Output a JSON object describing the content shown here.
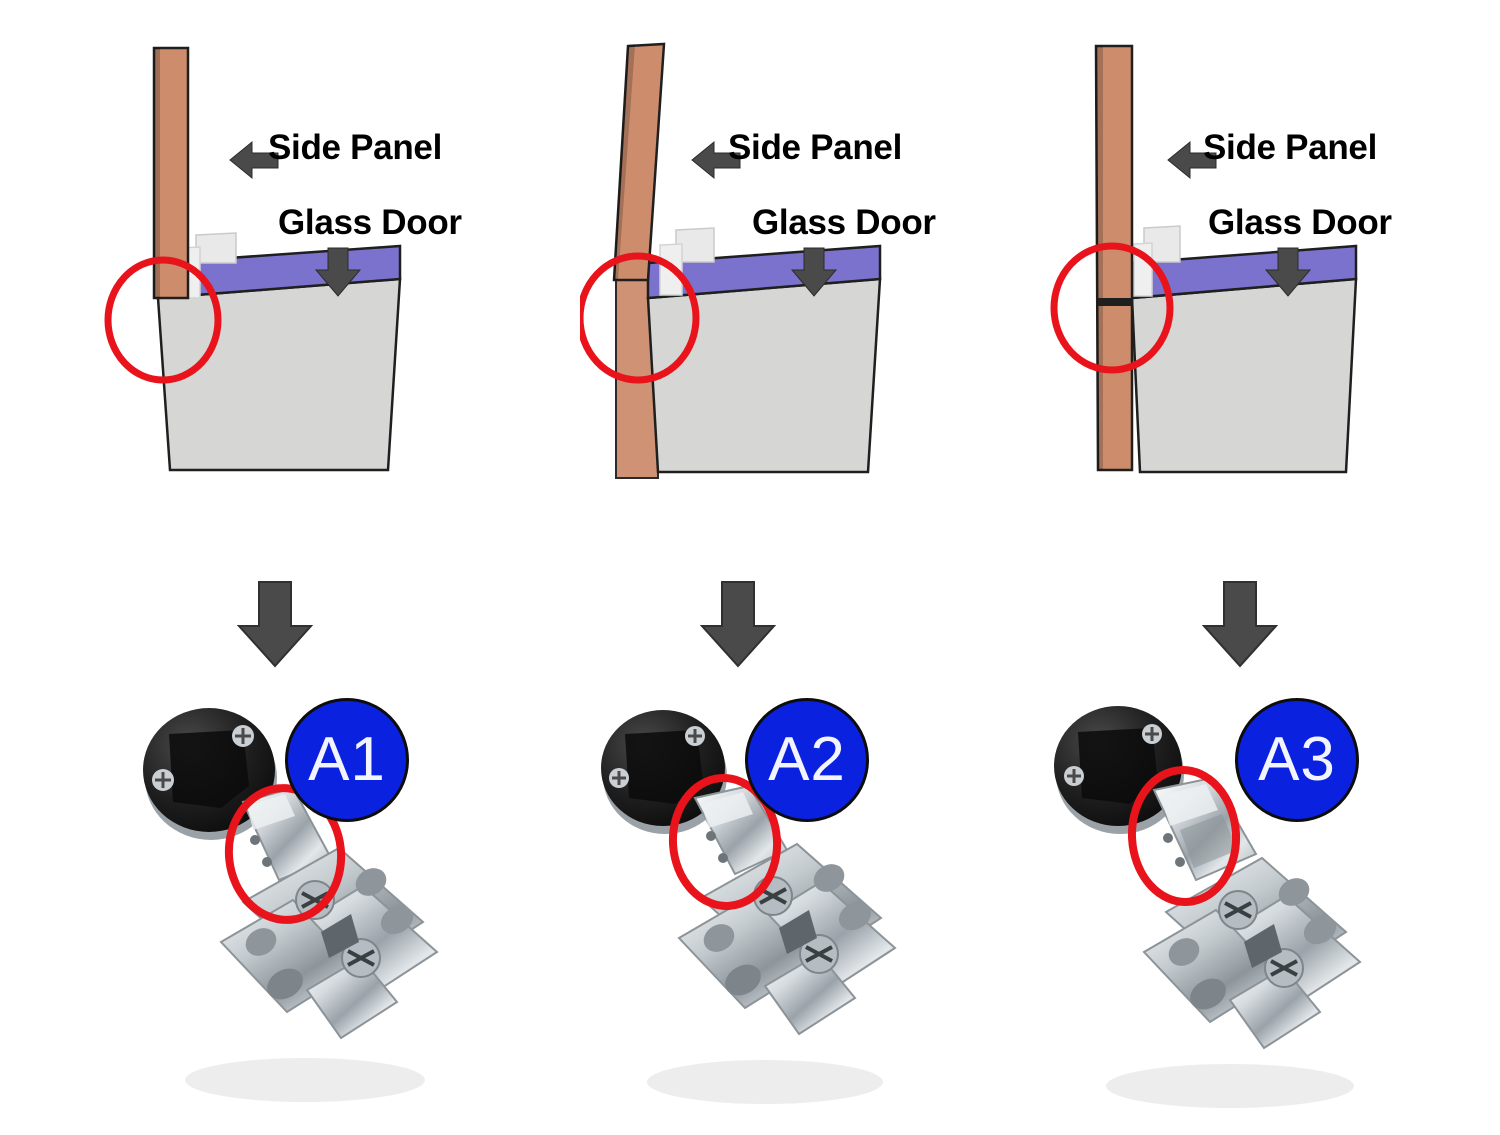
{
  "page": {
    "background_color": "#ffffff",
    "title": "Cabinet glass door hinge overlay types"
  },
  "colors": {
    "side_panel_wood": "#cd8d6d",
    "glass_door_edge": "#7b72ce",
    "glass_door_face": "#d6d6d4",
    "frame_outline": "#1a1a1a",
    "highlight_circle": "#e8131b",
    "arrow_gray": "#4a4a4a",
    "badge_blue": "#0b21e0",
    "badge_text": "#f2f4ff",
    "hinge_chrome": "#cdd2d6",
    "hinge_cup_black": "#141414"
  },
  "diagrams": [
    {
      "id": "diagram-a1",
      "side_panel_label": "Side Panel",
      "glass_door_label": "Glass Door",
      "side_panel_arrow": "left-arrow-icon",
      "glass_door_arrow": "down-arrow-icon",
      "highlight": "red-circle-highlight",
      "overlay": "full-overlay"
    },
    {
      "id": "diagram-a2",
      "side_panel_label": "Side Panel",
      "glass_door_label": "Glass Door",
      "side_panel_arrow": "left-arrow-icon",
      "glass_door_arrow": "down-arrow-icon",
      "highlight": "red-circle-highlight",
      "overlay": "half-overlay"
    },
    {
      "id": "diagram-a3",
      "side_panel_label": "Side Panel",
      "glass_door_label": "Glass Door",
      "side_panel_arrow": "left-arrow-icon",
      "glass_door_arrow": "down-arrow-icon",
      "highlight": "red-circle-highlight",
      "overlay": "inset-overlay"
    }
  ],
  "transition_arrows": [
    {
      "id": "transition-arrow-1",
      "icon": "down-arrow-icon"
    },
    {
      "id": "transition-arrow-2",
      "icon": "down-arrow-icon"
    },
    {
      "id": "transition-arrow-3",
      "icon": "down-arrow-icon"
    }
  ],
  "hinges": [
    {
      "id": "hinge-a1",
      "badge": "A1",
      "highlight": "red-circle-highlight",
      "cup": "black-round-hinge-cup",
      "plate": "chrome-mounting-plate"
    },
    {
      "id": "hinge-a2",
      "badge": "A2",
      "highlight": "red-circle-highlight",
      "cup": "black-round-hinge-cup",
      "plate": "chrome-mounting-plate"
    },
    {
      "id": "hinge-a3",
      "badge": "A3",
      "highlight": "red-circle-highlight",
      "cup": "black-round-hinge-cup",
      "plate": "chrome-mounting-plate"
    }
  ]
}
